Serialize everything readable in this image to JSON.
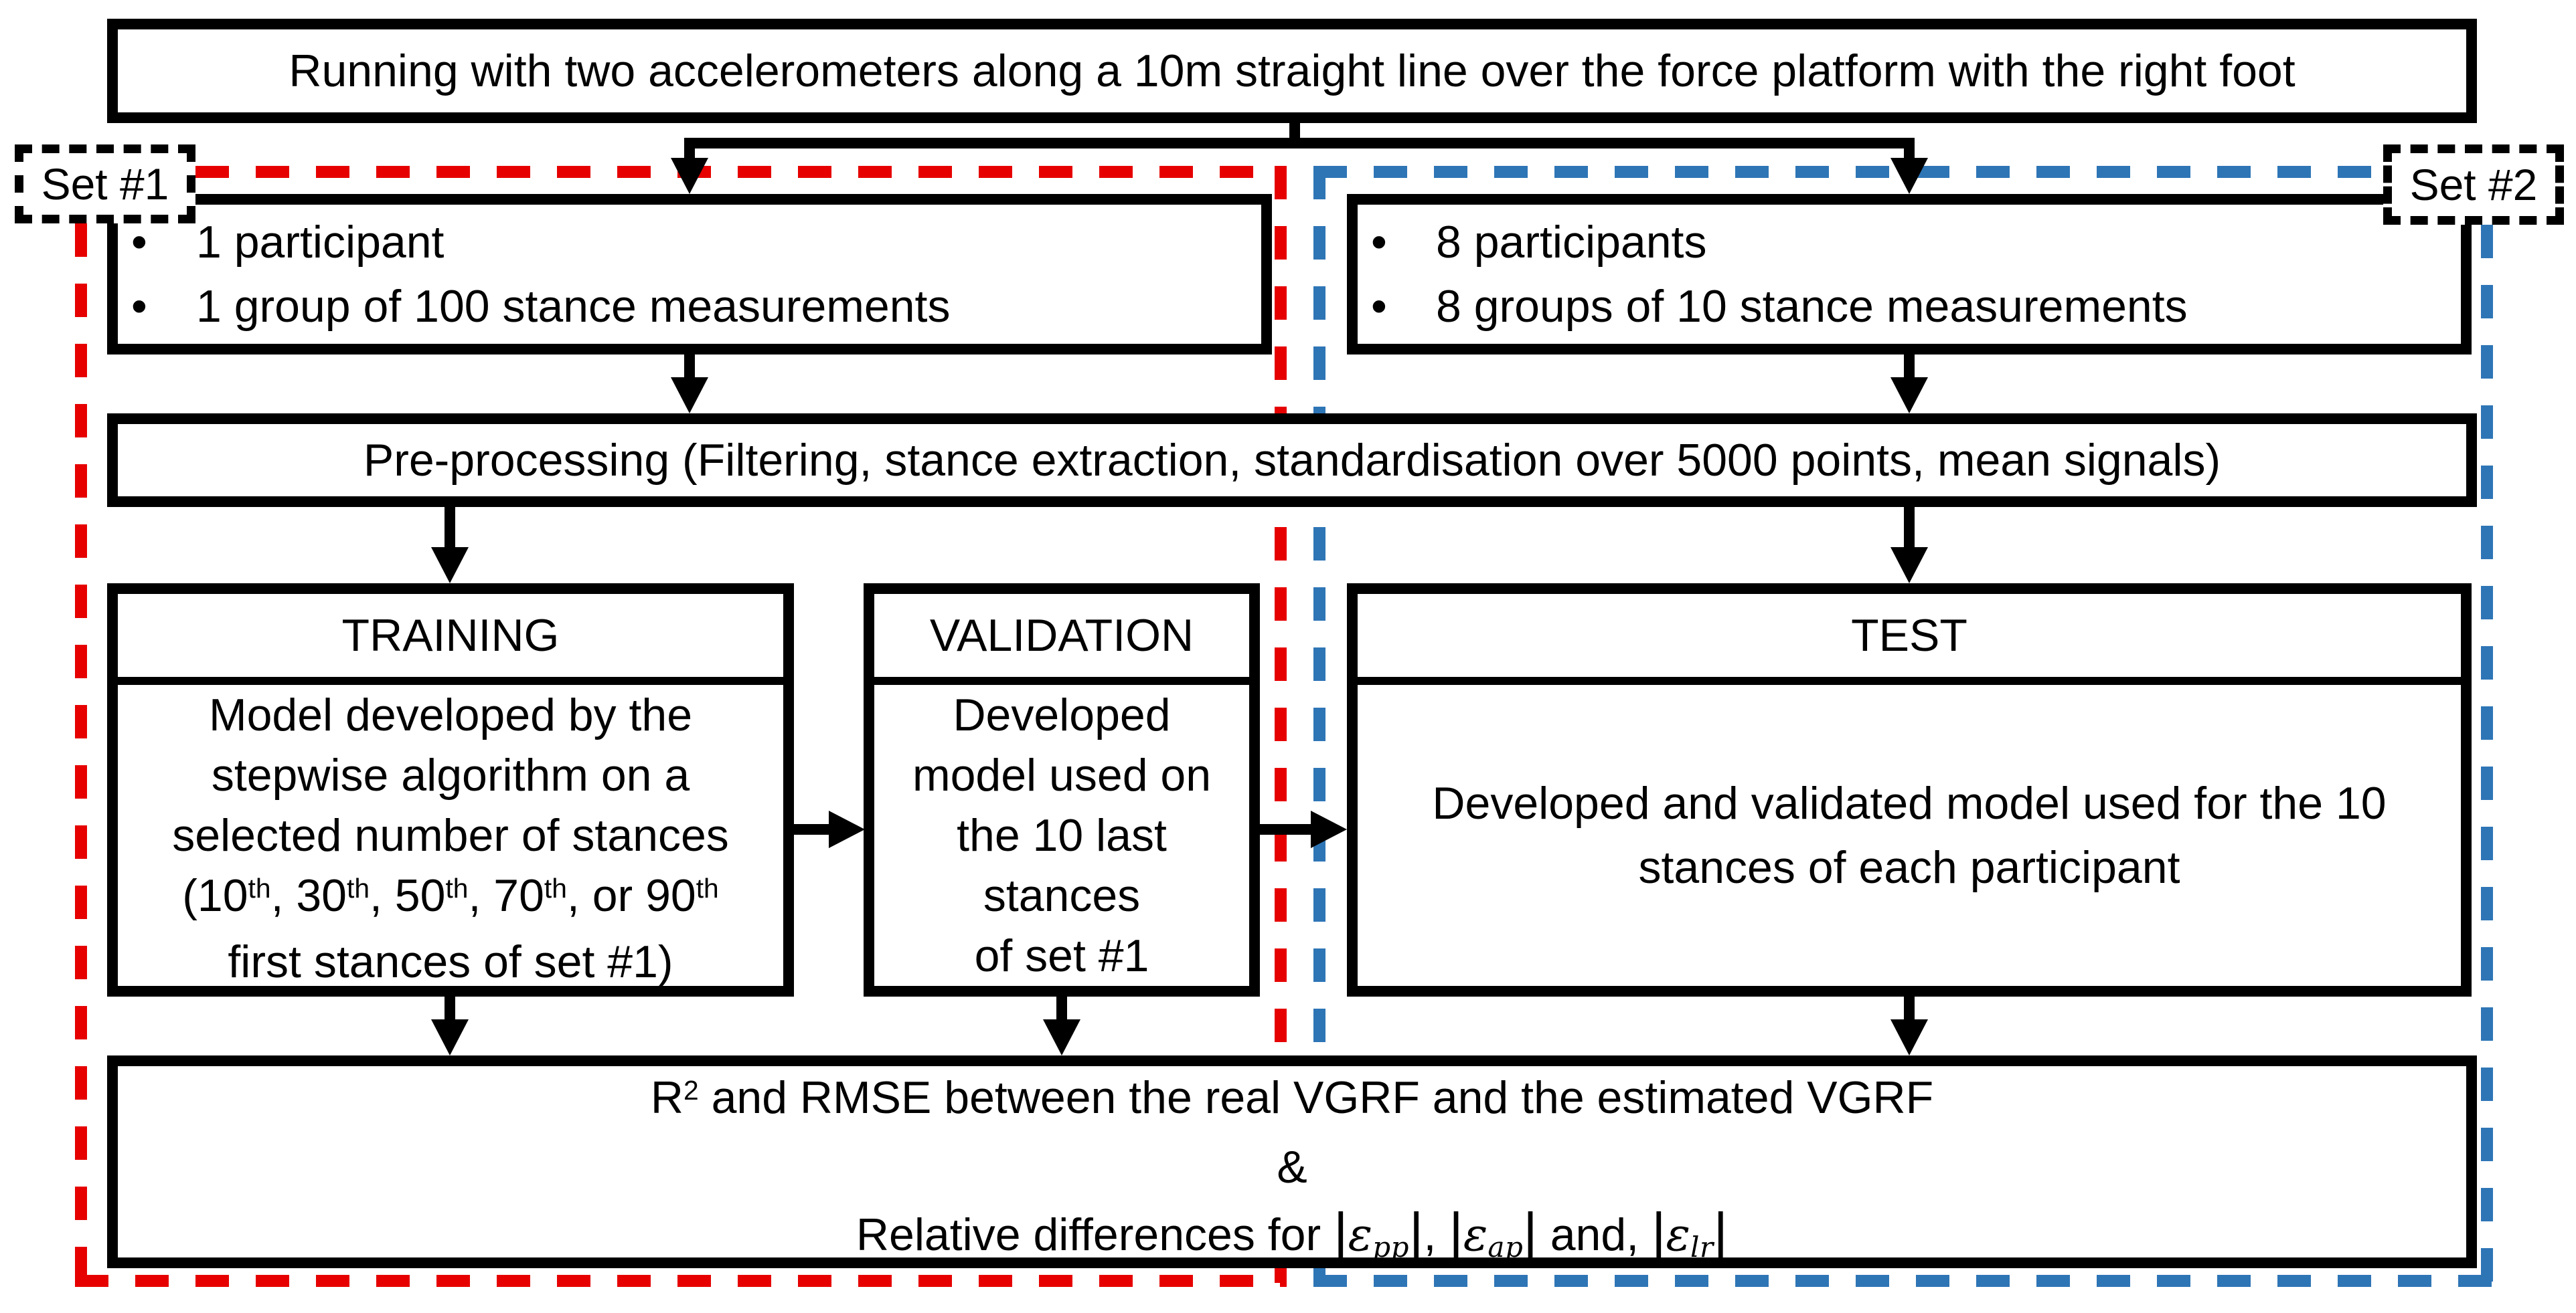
{
  "colors": {
    "set1_red": "#e60000",
    "set2_blue": "#2e75b6",
    "line_black": "#000000"
  },
  "bullet_char": "•",
  "top_box": {
    "text": "Running with two accelerometers along a 10m straight line over the force platform with the right foot"
  },
  "set1": {
    "label": "Set #1",
    "items": [
      "1 participant",
      "1 group of 100 stance measurements"
    ]
  },
  "set2": {
    "label": "Set #2",
    "items": [
      "8 participants",
      "8 groups of 10 stance measurements"
    ]
  },
  "preprocessing": {
    "text": "Pre-processing (Filtering, stance extraction, standardisation over 5000 points, mean signals)"
  },
  "training": {
    "title": "TRAINING",
    "body_lines": [
      [
        "Model developed by the"
      ],
      [
        "stepwise algorithm on a"
      ],
      [
        "selected number of stances"
      ],
      [
        {
          "text": "(10"
        },
        {
          "text": "th",
          "style": "sup"
        },
        {
          "text": ", 30"
        },
        {
          "text": "th",
          "style": "sup"
        },
        {
          "text": ", 50"
        },
        {
          "text": "th",
          "style": "sup"
        },
        {
          "text": ", 70"
        },
        {
          "text": "th",
          "style": "sup"
        },
        {
          "text": ", or 90"
        },
        {
          "text": "th",
          "style": "sup"
        }
      ],
      [
        "first stances of set #1)"
      ]
    ]
  },
  "validation": {
    "title": "VALIDATION",
    "body_lines": [
      [
        "Developed"
      ],
      [
        "model used on"
      ],
      [
        "the 10 last"
      ],
      [
        "stances"
      ],
      [
        "of set #1"
      ]
    ]
  },
  "test": {
    "title": "TEST",
    "body_lines": [
      [
        "Developed and validated model used for the 10"
      ],
      [
        "stances of each participant"
      ]
    ]
  },
  "results_box": {
    "lines": [
      [
        {
          "text": "R"
        },
        {
          "text": "2",
          "style": "sup"
        },
        {
          "text": " and RMSE between the real VGRF and the estimated VGRF"
        }
      ],
      [
        "&"
      ],
      [
        {
          "text": "Relative differences for "
        },
        {
          "text": "|",
          "style": "bar"
        },
        {
          "text": "ε",
          "style": "mi"
        },
        {
          "text": "pp",
          "style": "msub"
        },
        {
          "text": "|",
          "style": "bar"
        },
        {
          "text": ", "
        },
        {
          "text": "|",
          "style": "bar"
        },
        {
          "text": "ε",
          "style": "mi"
        },
        {
          "text": "ap",
          "style": "msub"
        },
        {
          "text": "|",
          "style": "bar"
        },
        {
          "text": " and, "
        },
        {
          "text": "|",
          "style": "bar"
        },
        {
          "text": "ε",
          "style": "mi"
        },
        {
          "text": "lr",
          "style": "msub"
        },
        {
          "text": "|",
          "style": "bar"
        }
      ]
    ]
  }
}
